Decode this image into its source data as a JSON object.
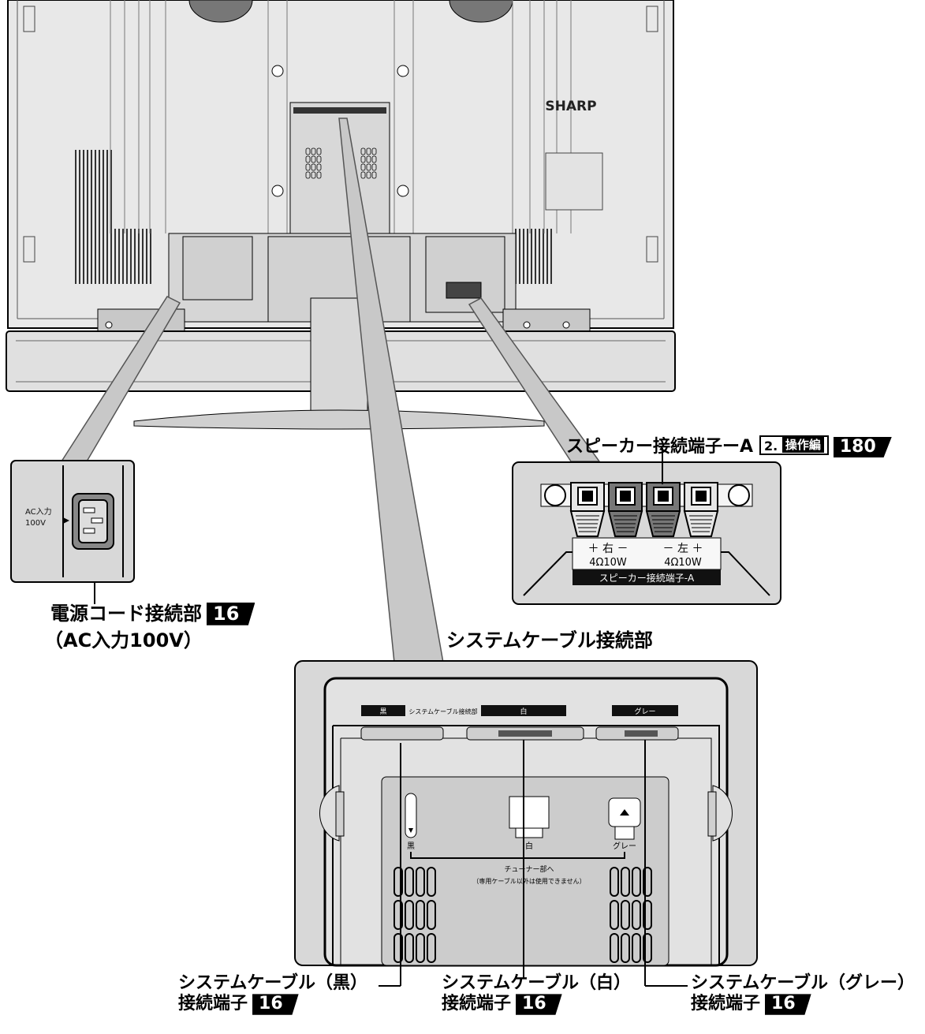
{
  "brand": "SHARP",
  "power": {
    "panel_label": "AC入力\n100V",
    "title": "電源コード接続部",
    "subtitle": "（AC入力100V）",
    "page": "16"
  },
  "speaker": {
    "title": "スピーカー接続端子ーA",
    "ref_prefix": "2.",
    "ref_section": "操作編",
    "page": "180",
    "right_label": "＋ 右 －",
    "left_label": "－ 左 ＋",
    "right_spec": "4Ω10W",
    "left_spec": "4Ω10W",
    "panel_caption": "スピーカー接続端子-A"
  },
  "system": {
    "title": "システムケーブル接続部",
    "panel_tags": {
      "black": "黒",
      "white": "白",
      "gray": "グレー",
      "center": "システムケーブル接続部"
    },
    "port_labels": {
      "black": "黒",
      "white": "白",
      "gray": "グレー"
    },
    "note_line1": "チューナー部へ",
    "note_line2": "（専用ケーブル以外は使用できません）",
    "callouts": [
      {
        "name": "システムケーブル（黒）",
        "sub": "接続端子",
        "page": "16"
      },
      {
        "name": "システムケーブル（白）",
        "sub": "接続端子",
        "page": "16"
      },
      {
        "name": "システムケーブル（グレー）",
        "sub": "接続端子",
        "page": "16"
      }
    ]
  }
}
